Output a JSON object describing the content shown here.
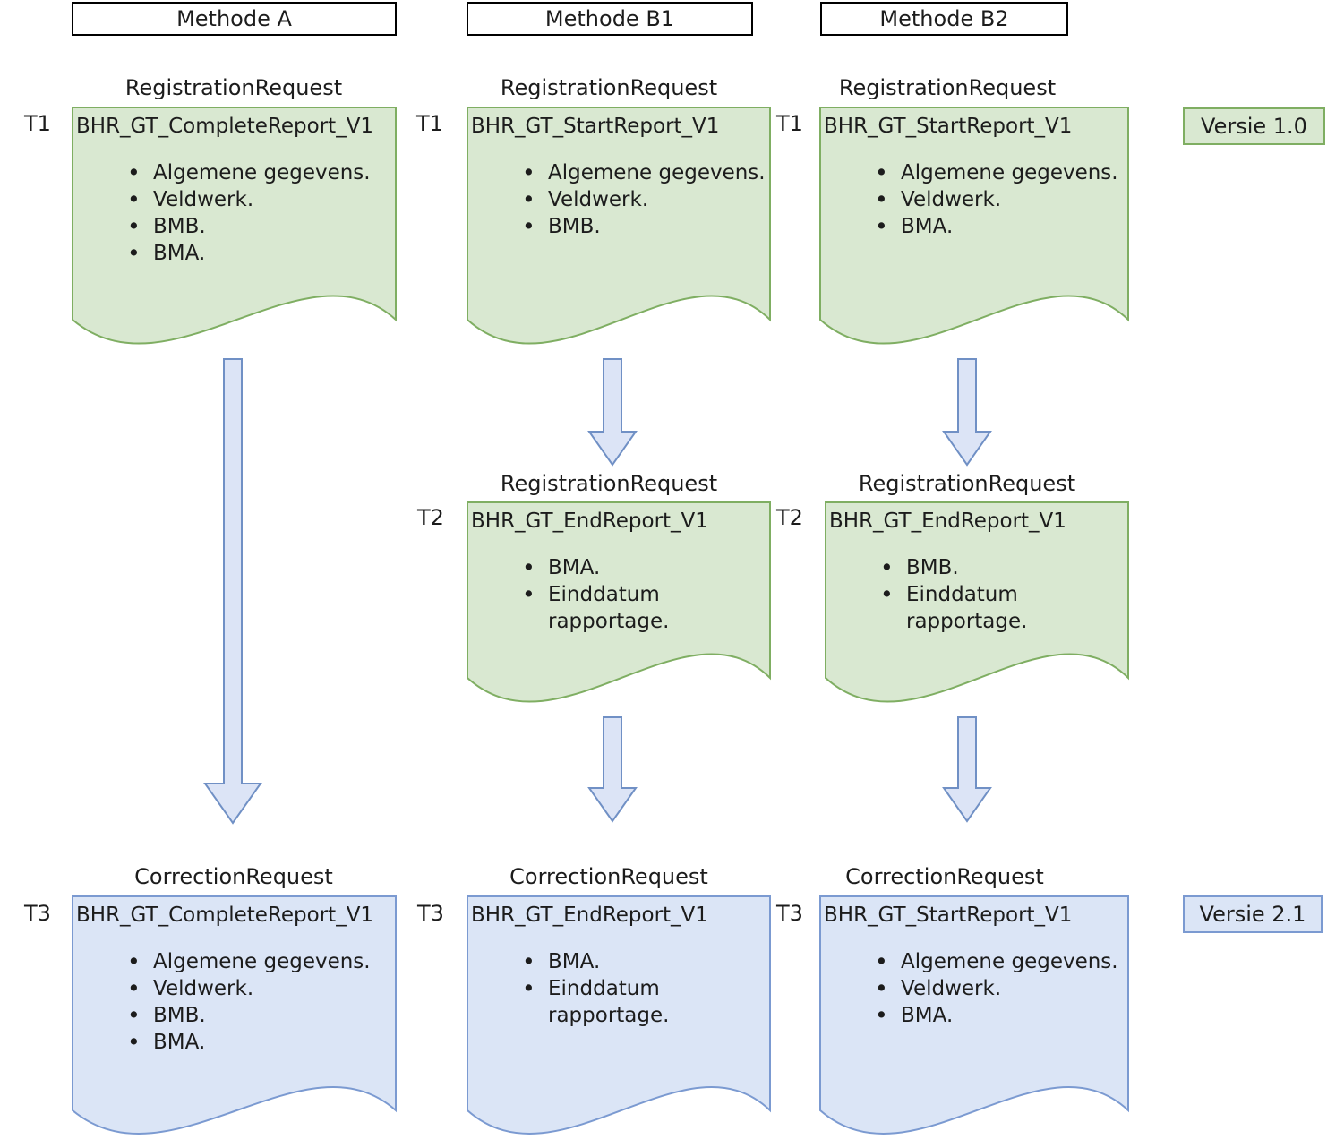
{
  "diagram": {
    "method_headers": [
      {
        "label": "Methode A"
      },
      {
        "label": "Methode B1"
      },
      {
        "label": "Methode B2"
      }
    ],
    "documents": [
      {
        "column": "A",
        "time": "T1",
        "request_type": "RegistrationRequest",
        "title": "BHR_GT_CompleteReport_V1",
        "items": [
          "Algemene gegevens.",
          "Veldwerk.",
          "BMB.",
          "BMA."
        ]
      },
      {
        "column": "B1",
        "time": "T1",
        "request_type": "RegistrationRequest",
        "title": "BHR_GT_StartReport_V1",
        "items": [
          "Algemene gegevens.",
          "Veldwerk.",
          "BMB."
        ]
      },
      {
        "column": "B2",
        "time": "T1",
        "request_type": "RegistrationRequest",
        "title": "BHR_GT_StartReport_V1",
        "items": [
          "Algemene gegevens.",
          "Veldwerk.",
          "BMA."
        ]
      },
      {
        "column": "B1",
        "time": "T2",
        "request_type": "RegistrationRequest",
        "title": "BHR_GT_EndReport_V1",
        "items": [
          "BMA.",
          "Einddatum rapportage."
        ]
      },
      {
        "column": "B2",
        "time": "T2",
        "request_type": "RegistrationRequest",
        "title": "BHR_GT_EndReport_V1",
        "items": [
          "BMB.",
          "Einddatum rapportage."
        ]
      },
      {
        "column": "A",
        "time": "T3",
        "request_type": "CorrectionRequest",
        "title": "BHR_GT_CompleteReport_V1",
        "items": [
          "Algemene gegevens.",
          "Veldwerk.",
          "BMB.",
          "BMA."
        ]
      },
      {
        "column": "B1",
        "time": "T3",
        "request_type": "CorrectionRequest",
        "title": "BHR_GT_EndReport_V1",
        "items": [
          "BMA.",
          "Einddatum rapportage."
        ]
      },
      {
        "column": "B2",
        "time": "T3",
        "request_type": "CorrectionRequest",
        "title": "BHR_GT_StartReport_V1",
        "items": [
          "Algemene gegevens.",
          "Veldwerk.",
          "BMA."
        ]
      }
    ],
    "version_badges": [
      {
        "label": "Versie 1.0",
        "scheme": "green"
      },
      {
        "label": "Versie 2.1",
        "scheme": "blue"
      }
    ],
    "colors": {
      "registration_fill": "#d9e8d1",
      "registration_border": "#7fae62",
      "correction_fill": "#dbe5f6",
      "correction_border": "#7b9ad1",
      "arrow_fill": "#dce4f6",
      "arrow_border": "#7090c5",
      "header_border": "#000000",
      "text_color": "#1c1c1c"
    }
  }
}
